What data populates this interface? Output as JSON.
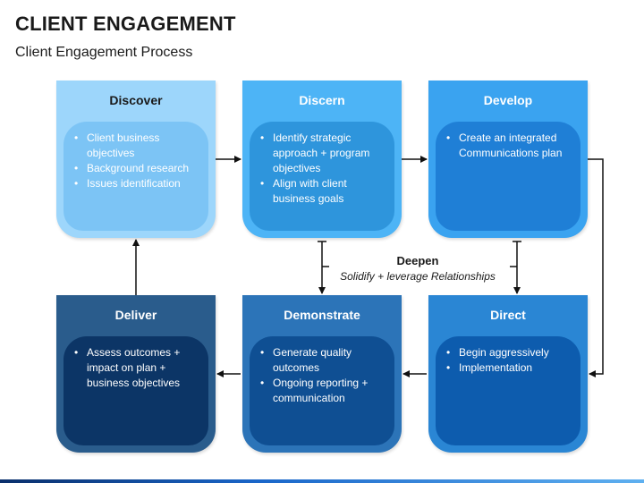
{
  "header": {
    "title": "CLIENT ENGAGEMENT",
    "subtitle": "Client Engagement Process"
  },
  "cards": [
    {
      "title": "Discover",
      "items": [
        "Client business objectives",
        "Background research",
        "Issues identification"
      ],
      "head_color": "#9dd6fb",
      "head_text_color": "#1a1a1a",
      "body_color": "#7cc4f5"
    },
    {
      "title": "Discern",
      "items": [
        "Identify strategic approach + program objectives",
        "Align with client business goals"
      ],
      "head_color": "#4db4f6",
      "head_text_color": "#ffffff",
      "body_color": "#2e95dc"
    },
    {
      "title": "Develop",
      "items": [
        "Create an integrated Communications plan"
      ],
      "head_color": "#3aa3f0",
      "head_text_color": "#ffffff",
      "body_color": "#1f7fd6"
    },
    {
      "title": "Direct",
      "items": [
        "Begin aggressively",
        "Implementation"
      ],
      "head_color": "#2a86d4",
      "head_text_color": "#ffffff",
      "body_color": "#0d5cae"
    },
    {
      "title": "Demonstrate",
      "items": [
        "Generate quality outcomes",
        "Ongoing reporting + communication"
      ],
      "head_color": "#2c74b8",
      "head_text_color": "#ffffff",
      "body_color": "#0f4f93"
    },
    {
      "title": "Deliver",
      "items": [
        "Assess outcomes + impact on plan + business objectives"
      ],
      "head_color": "#2a5c8c",
      "head_text_color": "#ffffff",
      "body_color": "#0c3566"
    }
  ],
  "center": {
    "label": "Deepen",
    "sublabel": "Solidify + leverage Relationships"
  }
}
